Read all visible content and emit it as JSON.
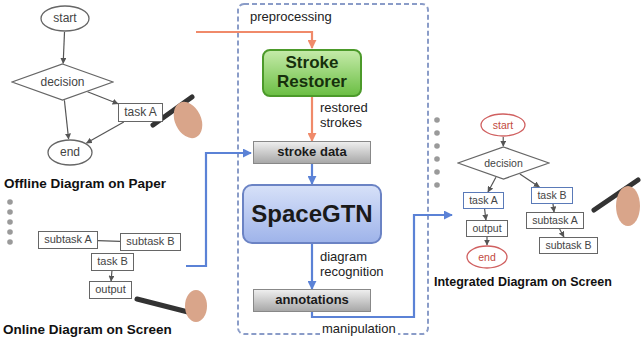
{
  "diagram": {
    "nodes": [
      {
        "text": [
          "start"
        ]
      },
      {
        "text": [
          "decision"
        ]
      },
      {
        "text": [
          "task A"
        ]
      },
      {
        "text": [
          "end"
        ]
      },
      {
        "text": [
          "subtask A"
        ]
      },
      {
        "text": [
          "subtask B"
        ]
      },
      {
        "text": [
          "task B"
        ]
      },
      {
        "text": [
          "output"
        ]
      },
      {
        "text": [
          "Stroke Restorer"
        ]
      },
      {
        "text": [
          "stroke data"
        ]
      },
      {
        "text": [
          "SpaceGTN"
        ]
      },
      {
        "text": [
          "annotations"
        ]
      },
      {
        "text": [
          "start"
        ]
      },
      {
        "text": [
          "decision"
        ]
      },
      {
        "text": [
          "task B"
        ]
      },
      {
        "text": [
          "subtask A"
        ]
      },
      {
        "text": [
          "task A"
        ]
      },
      {
        "text": [
          "output"
        ]
      },
      {
        "text": [
          "subtask B"
        ]
      },
      {
        "text": [
          "end"
        ]
      }
    ],
    "edges": [
      {
        "from": 0,
        "to": 1,
        "arrow": "to"
      },
      {
        "from": 1,
        "to": 3,
        "arrow": "to"
      },
      {
        "from": 1,
        "to": 2,
        "arrow": "to"
      },
      {
        "from": 2,
        "to": 3,
        "arrow": "to"
      },
      {
        "from": 4,
        "to": 5,
        "arrow": "none"
      },
      {
        "from": 6,
        "to": 7,
        "arrow": "to"
      },
      {
        "from": 8,
        "to": 9,
        "label": "restored strokes",
        "arrow": "to"
      },
      {
        "from": 9,
        "to": 10,
        "arrow": "to"
      },
      {
        "from": 10,
        "to": 11,
        "label": "diagram recognition",
        "arrow": "to"
      },
      {
        "from": 12,
        "to": 13,
        "arrow": "to"
      },
      {
        "from": 13,
        "to": 16,
        "arrow": "to"
      },
      {
        "from": 13,
        "to": 14,
        "arrow": "to"
      },
      {
        "from": 14,
        "to": 15,
        "arrow": "to"
      },
      {
        "from": 15,
        "to": 18,
        "arrow": "to"
      },
      {
        "from": 16,
        "to": 17,
        "arrow": "to"
      },
      {
        "from": 17,
        "to": 19,
        "arrow": "to"
      }
    ],
    "labels": [
      "preprocessing",
      "manipulation",
      "Offline Diagram on Paper",
      "Online Diagram on Screen",
      "Integrated Diagram on Screen"
    ]
  }
}
